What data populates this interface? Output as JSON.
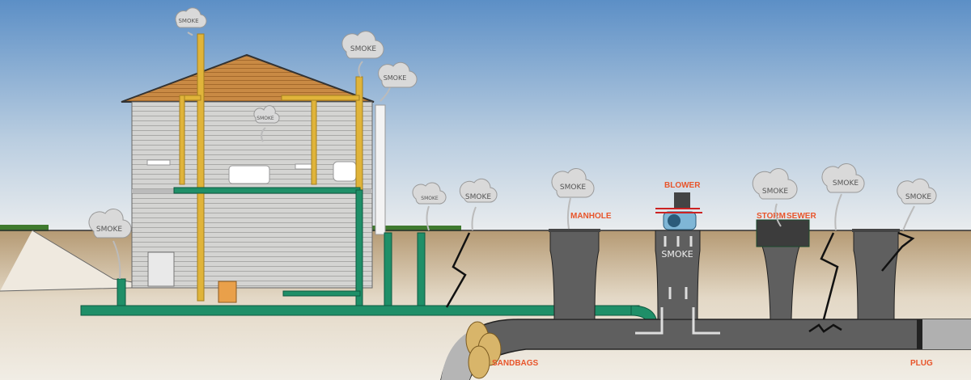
{
  "labels": {
    "manhole": "MANHOLE",
    "blower": "BLOWER",
    "storm": "STORM",
    "sewer": "SEWER",
    "sandbags": "SANDBAGS",
    "plug": "PLUG",
    "shaft_smoke": "SMOKE"
  },
  "clouds": [
    {
      "text": "SMOKE"
    },
    {
      "text": "SMOKE"
    },
    {
      "text": "SMOKE"
    },
    {
      "text": "SMOKE"
    },
    {
      "text": "SMOKE"
    },
    {
      "text": "SMOKE"
    },
    {
      "text": "SMOKE"
    },
    {
      "text": "SMOKE"
    },
    {
      "text": "SMOKE"
    },
    {
      "text": "SMOKE"
    },
    {
      "text": "SMOKE"
    }
  ],
  "colors": {
    "label": "#e8552b",
    "pipe": "#1f8f68",
    "sewer": "#5f5f5f",
    "vent": "#e0b43a"
  }
}
